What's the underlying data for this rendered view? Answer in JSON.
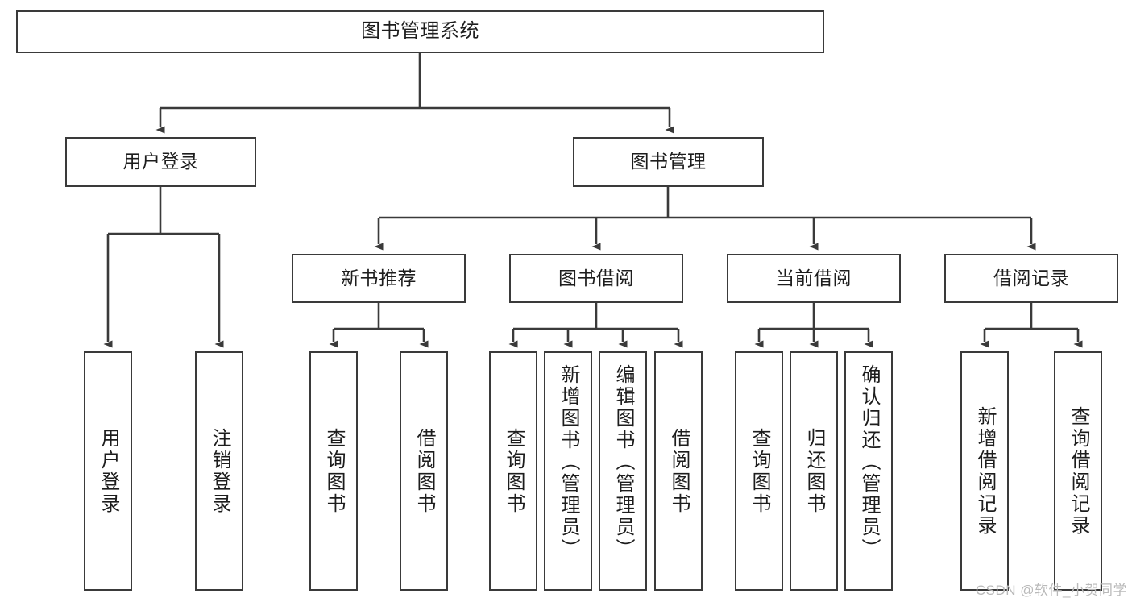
{
  "diagram": {
    "title": "图书管理系统",
    "type": "tree-hierarchy-chart",
    "root": {
      "label": "图书管理系统"
    },
    "level2": [
      {
        "label": "用户登录"
      },
      {
        "label": "图书管理"
      }
    ],
    "level3": [
      {
        "label": "新书推荐"
      },
      {
        "label": "图书借阅"
      },
      {
        "label": "当前借阅"
      },
      {
        "label": "借阅记录"
      }
    ],
    "leaves": {
      "user_login": [
        {
          "label": "用户登录"
        },
        {
          "label": "注销登录"
        }
      ],
      "new_book_recommend": [
        {
          "label": "查询图书"
        },
        {
          "label": "借阅图书"
        }
      ],
      "book_borrow": [
        {
          "label": "查询图书"
        },
        {
          "label": "新增图书（管理员）"
        },
        {
          "label": "编辑图书（管理员）"
        },
        {
          "label": "借阅图书"
        }
      ],
      "current_borrow": [
        {
          "label": "查询图书"
        },
        {
          "label": "归还图书"
        },
        {
          "label": "确认归还（管理员）"
        }
      ],
      "borrow_record": [
        {
          "label": "新增借阅记录"
        },
        {
          "label": "查询借阅记录"
        }
      ]
    },
    "colors": {
      "stroke": "#3a3a3a",
      "fill": "#ffffff",
      "text": "#1d1d1d",
      "watermark": "#b9b9b9"
    }
  },
  "watermark": {
    "text": "CSDN @软件_小贺同学"
  }
}
